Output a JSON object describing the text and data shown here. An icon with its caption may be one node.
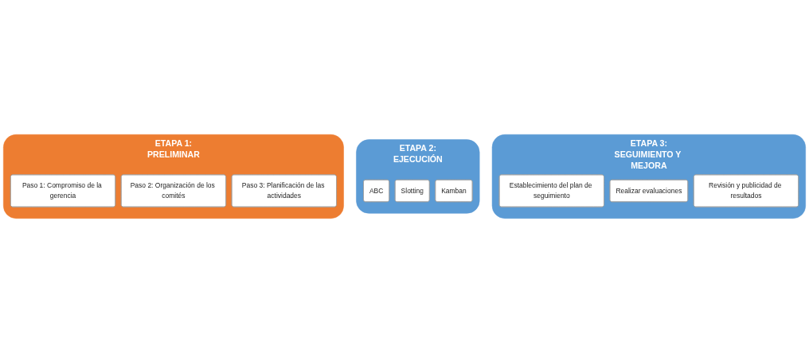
{
  "diagram": {
    "nodes": [
      {
        "text": [
          "ETAPA 1:",
          "PRELIMINAR"
        ]
      },
      {
        "text": [
          "Paso 1: Compromiso de la gerencia"
        ],
        "in": 0
      },
      {
        "text": [
          "Paso 2: Organización de los comités"
        ],
        "in": 0
      },
      {
        "text": [
          "Paso 3: Planificación de las actividades"
        ],
        "in": 0
      },
      {
        "text": [
          "ETAPA 2:",
          "EJECUCIÓN"
        ]
      },
      {
        "text": [
          "ABC"
        ],
        "in": 4
      },
      {
        "text": [
          "Slotting"
        ],
        "in": 4
      },
      {
        "text": [
          "Kamban"
        ],
        "in": 4
      },
      {
        "text": [
          "ETAPA 3:",
          "SEGUIMIENTO Y MEJORA"
        ]
      },
      {
        "text": [
          "Establecimiento del plan de seguimiento"
        ],
        "in": 8
      },
      {
        "text": [
          "Realizar evaluaciones"
        ],
        "in": 8
      },
      {
        "text": [
          "Revisión y publicidad de resultados"
        ],
        "in": 8
      }
    ],
    "edges": []
  }
}
